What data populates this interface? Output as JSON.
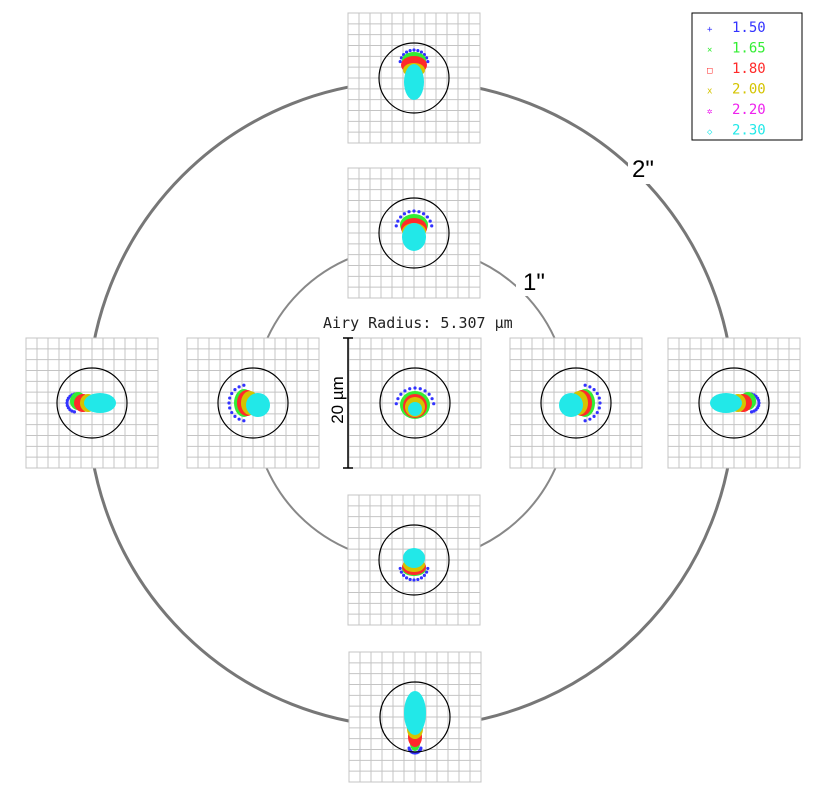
{
  "rings": [
    {
      "label": "1\""
    },
    {
      "label": "2\""
    }
  ],
  "airy": {
    "label": "Airy Radius: 5.307 µm"
  },
  "scale_bar": {
    "label": "20 µm"
  },
  "legend": {
    "entries": [
      {
        "marker": "+",
        "value": "1.50",
        "color": "#3333ff"
      },
      {
        "marker": "×",
        "value": "1.65",
        "color": "#33ee33"
      },
      {
        "marker": "□",
        "value": "1.80",
        "color": "#ff2a2a"
      },
      {
        "marker": "x",
        "value": "2.00",
        "color": "#d4c400"
      },
      {
        "marker": "✲",
        "value": "2.20",
        "color": "#ee22ee"
      },
      {
        "marker": "◇",
        "value": "2.30",
        "color": "#22e8e8"
      }
    ]
  },
  "colors": {
    "grid": "#c4c4c4",
    "ring": "#777777",
    "inner_ring": "#888888",
    "circle": "#000000"
  }
}
